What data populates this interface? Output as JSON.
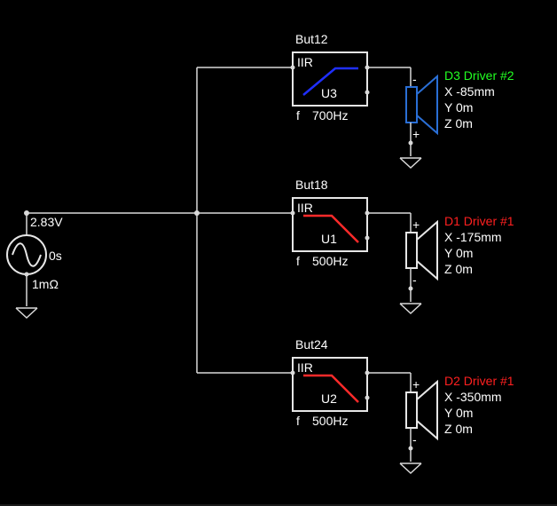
{
  "source": {
    "voltage": "2.83V",
    "delay": "0s",
    "impedance": "1mΩ"
  },
  "filters": [
    {
      "name": "But12",
      "type": "IIR",
      "unit": "U3",
      "freq_prefix": "f",
      "freq": "700Hz",
      "response": "highpass",
      "curve_color": "#1f2fff"
    },
    {
      "name": "But18",
      "type": "IIR",
      "unit": "U1",
      "freq_prefix": "f",
      "freq": "500Hz",
      "response": "lowpass",
      "curve_color": "#ff2a2a"
    },
    {
      "name": "But24",
      "type": "IIR",
      "unit": "U2",
      "freq_prefix": "f",
      "freq": "500Hz",
      "response": "lowpass",
      "curve_color": "#ff2a2a"
    }
  ],
  "drivers": [
    {
      "name": "D3 Driver #2",
      "x": "X -85mm",
      "y": "Y 0m",
      "z": "Z 0m",
      "name_color": "#22ff22",
      "speaker_color": "#2a6fd6",
      "polarity_top": "-",
      "polarity_bottom": "+"
    },
    {
      "name": "D1 Driver #1",
      "x": "X -175mm",
      "y": "Y 0m",
      "z": "Z 0m",
      "name_color": "#ff2020",
      "speaker_color": "#e6e6e6",
      "polarity_top": "+",
      "polarity_bottom": "-"
    },
    {
      "name": "D2 Driver #1",
      "x": "X -350mm",
      "y": "Y 0m",
      "z": "Z 0m",
      "name_color": "#ff2020",
      "speaker_color": "#e6e6e6",
      "polarity_top": "+",
      "polarity_bottom": "-"
    }
  ]
}
